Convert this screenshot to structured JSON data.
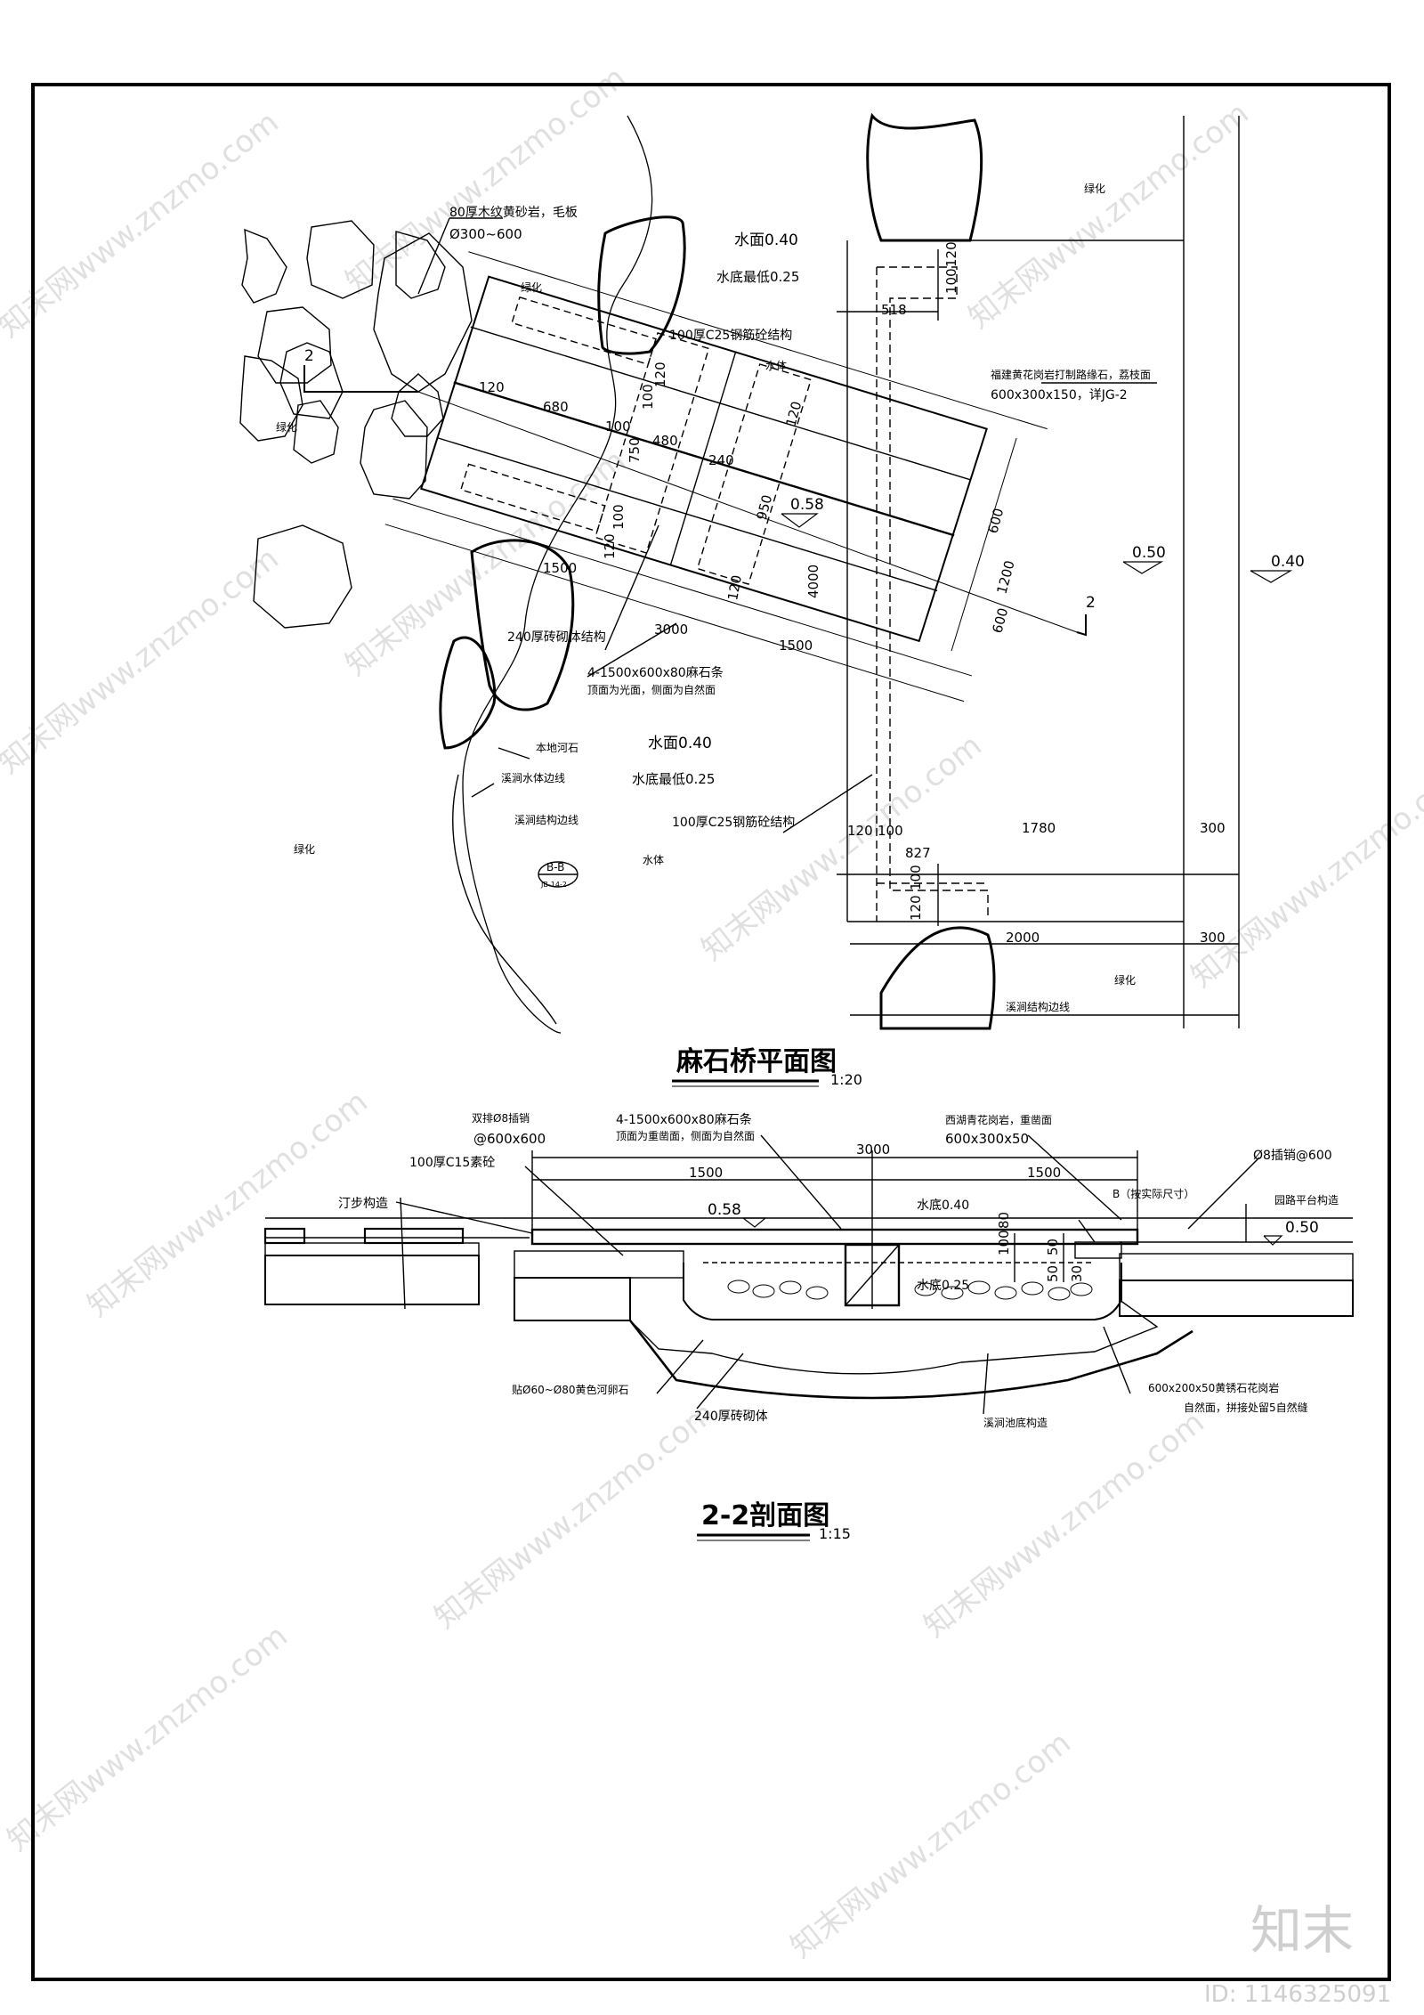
{
  "plan": {
    "title": "麻石桥平面图",
    "scale": "1:20",
    "labels": {
      "stone_top": "80厚木纹黄砂岩，毛板",
      "stone_dia": "Ø300~600",
      "green_1": "绿化",
      "green_2": "绿化",
      "green_3": "绿化",
      "green_4": "绿化",
      "green_5": "绿化",
      "water_level_1": "水面0.40",
      "water_bottom_1": "水底最低0.25",
      "conc_1": "100厚C25钢筋砼结构",
      "water_body_1": "水体",
      "paving_note_1": "福建黄花岗岩打制路缘石，荔枝面",
      "paving_note_2": "600x300x150，详JG-2",
      "brick": "240厚砖砌体结构",
      "slab_1": "4-1500x600x80麻石条",
      "slab_2": "顶面为光面，侧面为自然面",
      "local_stone": "本地河石",
      "stream_edge": "溪涧水体边线",
      "stream_struct": "溪涧结构边线",
      "water_level_2": "水面0.40",
      "water_bottom_2": "水底最低0.25",
      "conc_2": "100厚C25钢筋砼结构",
      "water_body_2": "水体",
      "stream_struct_2": "溪涧结构边线",
      "section_mark": "2",
      "section_mark_2": "2",
      "ref_top": "B-B",
      "ref_bottom": "JB-14-2"
    },
    "levels": [
      "0.58",
      "0.50",
      "0.40"
    ],
    "dims": [
      "120",
      "680",
      "100",
      "120",
      "100",
      "750",
      "480",
      "240",
      "120",
      "950",
      "100",
      "120",
      "1500",
      "3000",
      "1500",
      "600",
      "1200",
      "600",
      "120",
      "4000",
      "518",
      "100",
      "120",
      "120",
      "100",
      "1780",
      "300",
      "827",
      "100",
      "120",
      "2000",
      "300"
    ]
  },
  "section": {
    "title": "2-2剖面图",
    "scale": "1:15",
    "labels": {
      "anchor_1": "双排Ø8插销",
      "anchor_2": "@600x600",
      "slab_1": "4-1500x600x80麻石条",
      "slab_2": "顶面为重凿面，侧面为自然面",
      "west_1": "西湖青花岗岩，重凿面",
      "west_2": "600x300x50",
      "pin": "Ø8插销@600",
      "c15": "100厚C15素砼",
      "stepping": "汀步构造",
      "b_note": "B（按实际尺寸）",
      "garden": "园路平台构造",
      "water_level": "水底0.40",
      "water_bottom": "水底0.25",
      "pebble": "贴Ø60~Ø80黄色河卵石",
      "brick": "240厚砖砌体",
      "granite_1": "600x200x50黄锈石花岗岩",
      "granite_2": "自然面，拼接处留5自然缝",
      "pond": "溪涧池底构造"
    },
    "levels": [
      "0.58",
      "0.50"
    ],
    "dims": [
      "3000",
      "1500",
      "1500",
      "100",
      "80",
      "50",
      "50",
      "30"
    ]
  },
  "watermark": {
    "text": "知末网www.znzmo.com",
    "brand": "知末",
    "id": "ID: 1146325091"
  }
}
